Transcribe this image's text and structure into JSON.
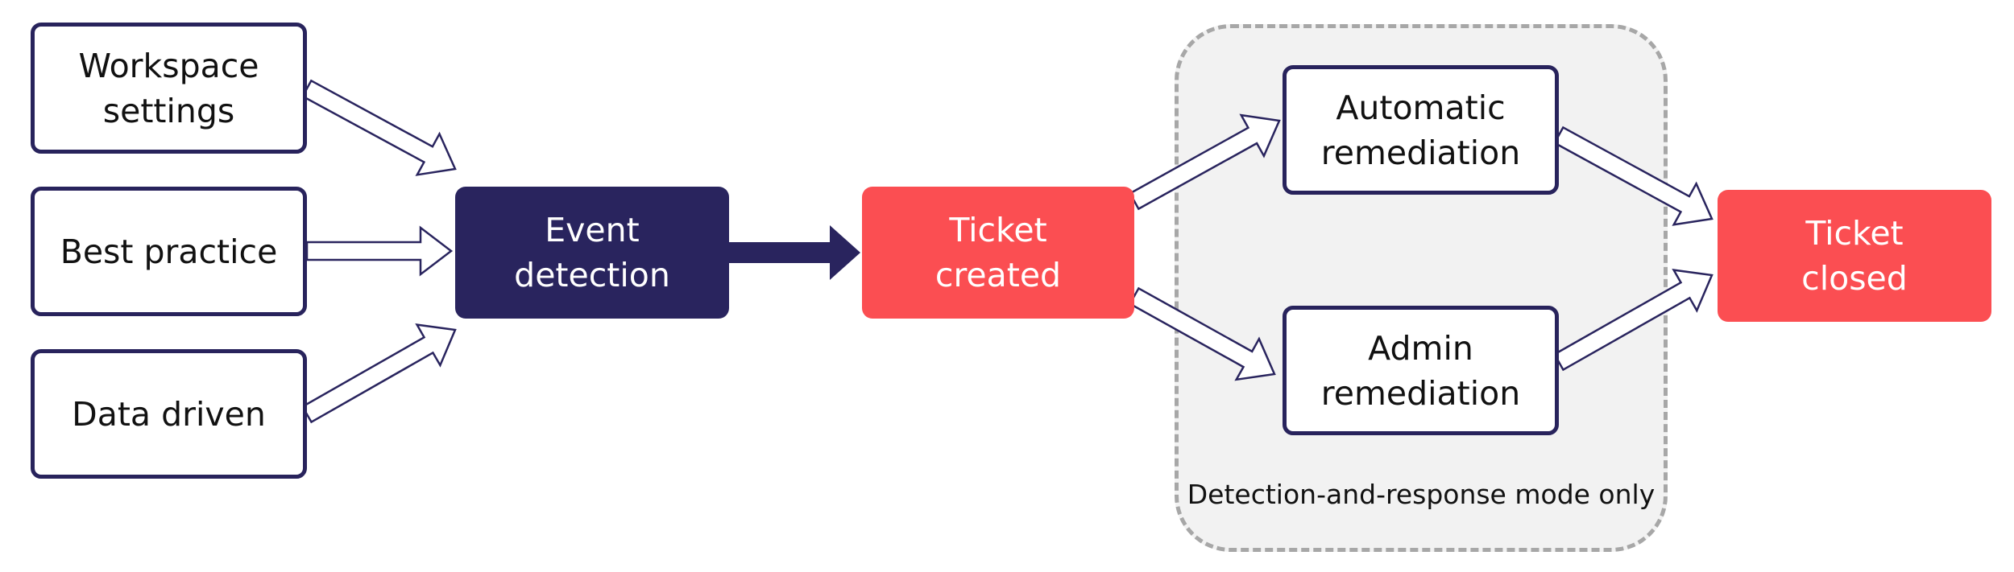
{
  "diagram": {
    "region": {
      "label": "Detection-and-response mode only"
    },
    "nodes": {
      "workspace_settings": "Workspace\nsettings",
      "best_practice": "Best practice",
      "data_driven": "Data driven",
      "event_detection": "Event\ndetection",
      "ticket_created": "Ticket\ncreated",
      "automatic_remediation": "Automatic\nremediation",
      "admin_remediation": "Admin\nremediation",
      "ticket_closed": "Ticket\nclosed"
    },
    "edges": [
      {
        "from": "workspace_settings",
        "to": "event_detection",
        "style": "hollow"
      },
      {
        "from": "best_practice",
        "to": "event_detection",
        "style": "hollow"
      },
      {
        "from": "data_driven",
        "to": "event_detection",
        "style": "hollow"
      },
      {
        "from": "event_detection",
        "to": "ticket_created",
        "style": "solid"
      },
      {
        "from": "ticket_created",
        "to": "automatic_remediation",
        "style": "hollow"
      },
      {
        "from": "ticket_created",
        "to": "admin_remediation",
        "style": "hollow"
      },
      {
        "from": "automatic_remediation",
        "to": "ticket_closed",
        "style": "hollow"
      },
      {
        "from": "admin_remediation",
        "to": "ticket_closed",
        "style": "hollow"
      }
    ],
    "colors": {
      "navy": "#29245e",
      "ticket_red": "#fb4e52",
      "region_fill": "#f2f2f2",
      "region_border": "#a7a7a7"
    }
  }
}
